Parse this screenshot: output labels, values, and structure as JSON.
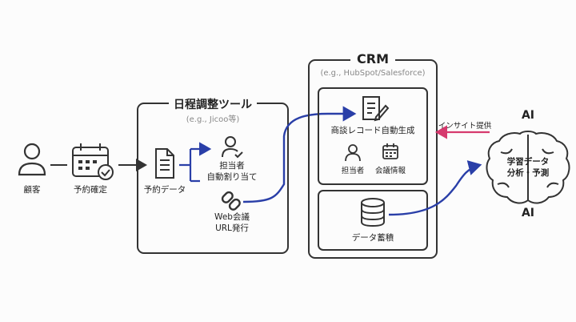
{
  "customer": {
    "label": "顧客"
  },
  "booking": {
    "label": "予約確定"
  },
  "scheduler": {
    "title": "日程調整ツール",
    "subtitle": "(e.g., Jicoo等)",
    "data_label": "予約データ",
    "assign_label": "担当者\n自動割り当て",
    "web_label": "Web会議\nURL発行"
  },
  "crm": {
    "title": "CRM",
    "subtitle": "(e.g., HubSpot/Salesforce)",
    "record_label": "商談レコード自動生成",
    "owner_label": "担当者",
    "meeting_info_label": "会議情報",
    "storage_label": "データ蓄積"
  },
  "ai": {
    "top_label": "AI",
    "bottom_label": "AI",
    "brain_text": "学習データ\n分析・予測",
    "insight_label": "インサイト提供"
  },
  "colors": {
    "flow": "#2a3fa8",
    "insight": "#d63a6e",
    "stroke": "#333333"
  }
}
